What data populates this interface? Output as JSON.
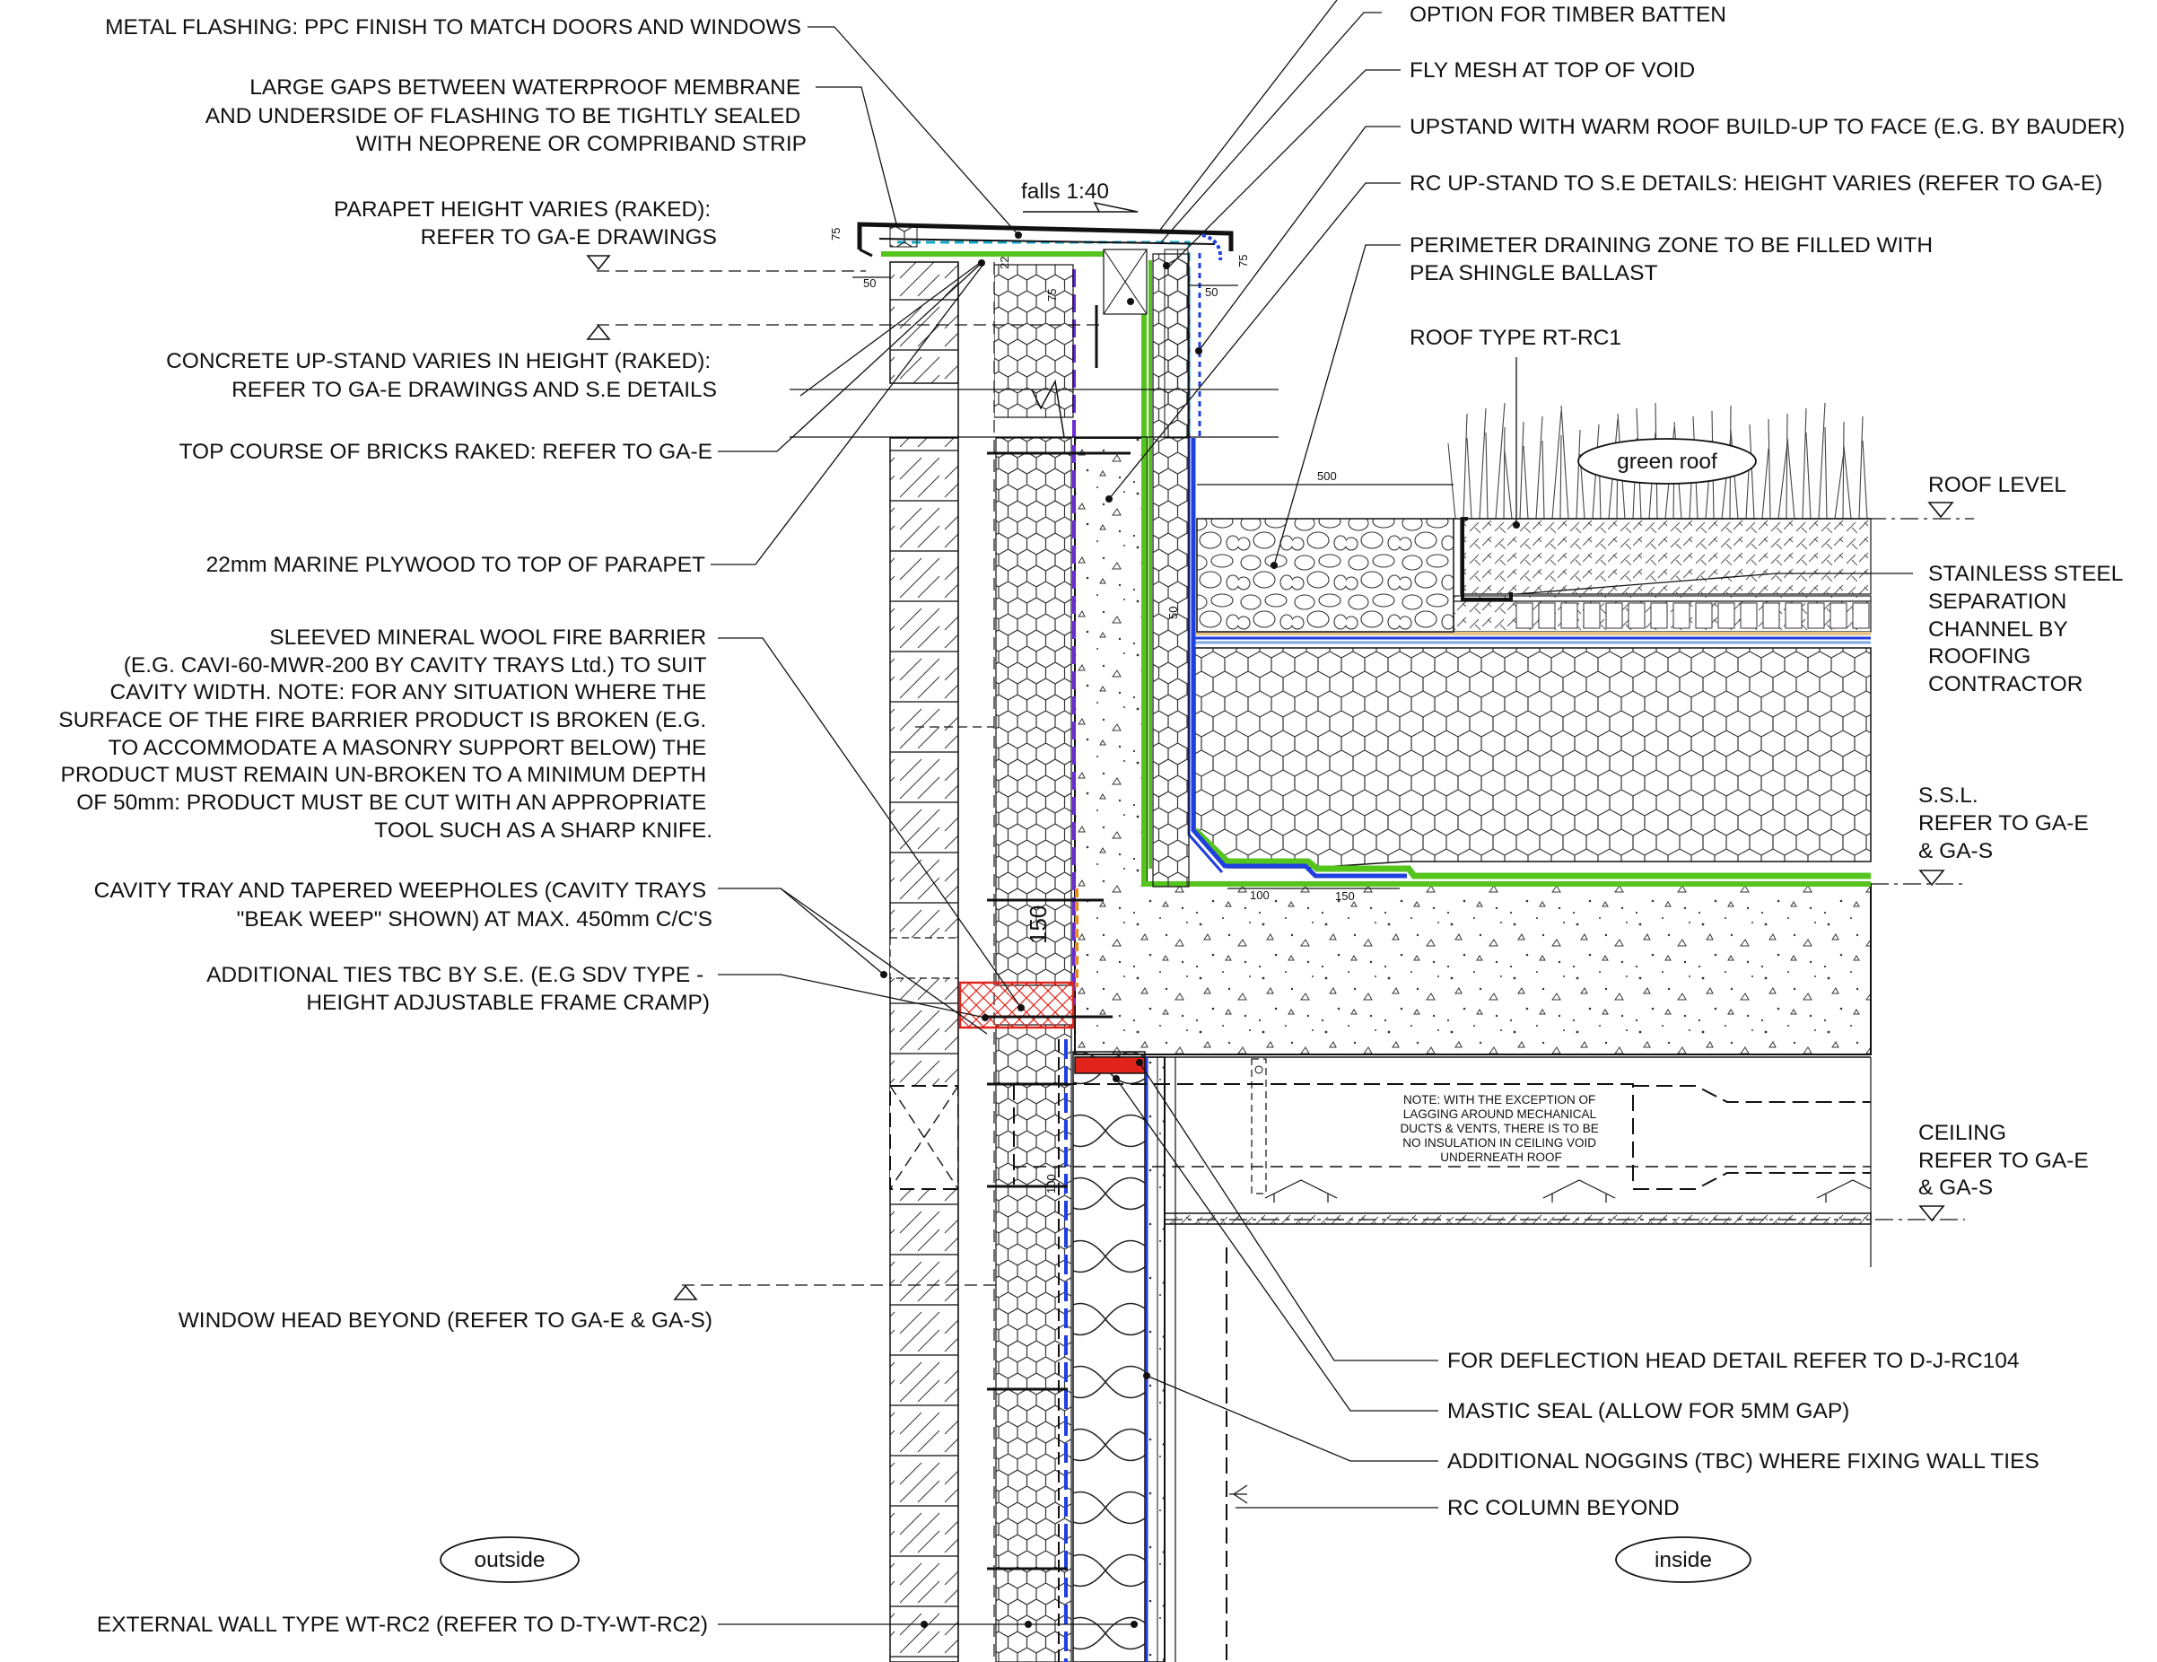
{
  "labels_left": [
    {
      "lines": [
        "METAL FLASHING: PPC FINISH TO MATCH DOORS AND WINDOWS"
      ]
    },
    {
      "lines": [
        "LARGE GAPS BETWEEN WATERPROOF MEMBRANE",
        "AND UNDERSIDE OF FLASHING TO BE TIGHTLY SEALED",
        "WITH NEOPRENE OR COMPRIBAND  STRIP"
      ]
    },
    {
      "lines": [
        "PARAPET HEIGHT VARIES (RAKED):",
        "REFER TO GA-E DRAWINGS"
      ]
    },
    {
      "lines": [
        "CONCRETE UP-STAND VARIES IN HEIGHT (RAKED):",
        "REFER TO GA-E DRAWINGS AND S.E DETAILS"
      ]
    },
    {
      "lines": [
        "TOP COURSE OF BRICKS RAKED: REFER TO GA-E"
      ]
    },
    {
      "lines": [
        "22mm MARINE PLYWOOD TO TOP OF PARAPET"
      ]
    },
    {
      "lines": [
        "SLEEVED MINERAL WOOL FIRE BARRIER",
        "(E.G. CAVI-60-MWR-200 BY CAVITY TRAYS Ltd.) TO SUIT",
        "CAVITY WIDTH. NOTE: FOR ANY SITUATION WHERE THE",
        "SURFACE OF THE FIRE BARRIER PRODUCT IS BROKEN (E.G.",
        "TO ACCOMMODATE A MASONRY SUPPORT BELOW) THE",
        "PRODUCT MUST REMAIN UN-BROKEN TO A MINIMUM DEPTH",
        "OF 50mm: PRODUCT MUST BE CUT WITH AN APPROPRIATE",
        "TOOL SUCH AS A SHARP KNIFE."
      ]
    },
    {
      "lines": [
        "CAVITY TRAY AND TAPERED WEEPHOLES (CAVITY TRAYS",
        "\"BEAK WEEP\" SHOWN) AT MAX. 450mm C/C'S"
      ]
    },
    {
      "lines": [
        "ADDITIONAL TIES TBC BY S.E. (E.G SDV TYPE -",
        "HEIGHT ADJUSTABLE FRAME CRAMP)"
      ]
    },
    {
      "lines": [
        "WINDOW HEAD BEYOND (REFER TO GA-E & GA-S)"
      ]
    },
    {
      "lines": [
        "EXTERNAL WALL TYPE WT-RC2 (REFER TO D-TY-WT-RC2)"
      ]
    }
  ],
  "labels_right": [
    {
      "lines": [
        "OPTION FOR TIMBER BATTEN"
      ]
    },
    {
      "lines": [
        "FLY MESH AT TOP OF VOID"
      ]
    },
    {
      "lines": [
        "UPSTAND WITH WARM ROOF BUILD-UP TO FACE (E.G. BY BAUDER)"
      ]
    },
    {
      "lines": [
        "RC UP-STAND TO S.E DETAILS: HEIGHT VARIES (REFER TO GA-E)"
      ]
    },
    {
      "lines": [
        "PERIMETER DRAINING ZONE TO BE FILLED WITH",
        "PEA SHINGLE BALLAST"
      ]
    },
    {
      "lines": [
        "ROOF TYPE RT-RC1"
      ]
    },
    {
      "lines": [
        "STAINLESS STEEL",
        "SEPARATION",
        "CHANNEL BY",
        "ROOFING",
        "CONTRACTOR"
      ]
    },
    {
      "lines": [
        "FOR DEFLECTION HEAD DETAIL REFER TO D-J-RC104"
      ]
    },
    {
      "lines": [
        "MASTIC SEAL (ALLOW FOR 5MM GAP)"
      ]
    },
    {
      "lines": [
        "ADDITIONAL NOGGINS (TBC) WHERE FIXING WALL TIES"
      ]
    },
    {
      "lines": [
        "RC COLUMN BEYOND"
      ]
    }
  ],
  "levels": [
    {
      "lines": [
        "ROOF LEVEL"
      ]
    },
    {
      "lines": [
        "S.S.L.",
        "REFER TO GA-E",
        "& GA-S"
      ]
    },
    {
      "lines": [
        "CEILING",
        "REFER TO GA-E",
        "& GA-S"
      ]
    }
  ],
  "tags": {
    "green_roof": "green roof",
    "outside": "outside",
    "inside": "inside",
    "falls": "falls 1:40"
  },
  "ceiling_note": [
    "NOTE: WITH THE EXCEPTION OF",
    "LAGGING AROUND MECHANICAL",
    "DUCTS & VENTS, THERE IS TO BE",
    "NO INSULATION IN CEILING VOID",
    "UNDERNEATH ROOF"
  ],
  "dimensions": {
    "d75_a": "75",
    "d50_a": "50",
    "d22": "22",
    "d75_b": "75",
    "d50_b": "50",
    "d75_c": "75",
    "d500": "500",
    "d50_c": "50",
    "d100": "100",
    "d150": "150",
    "d150_big": "150",
    "d100_v": "100"
  },
  "colors": {
    "membrane_green": "#55c41d",
    "membrane_blue": "#1f3fe0",
    "vcl_purple": "#6a2bd6",
    "fire_barrier_red": "#e0241b",
    "cavity_tray_orange": "#ef8a18",
    "dash_cyan": "#14a8c8"
  }
}
